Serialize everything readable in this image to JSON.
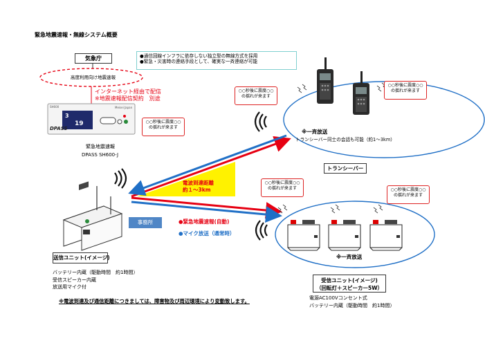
{
  "title": "緊急地震速報・無線システム概要",
  "agency": "気象庁",
  "feature_notes": [
    "●通信回線インフラに依存しない独立型の無線方式を採用",
    "●緊急・災害時の連絡手段として、確実な一斉連絡が可能"
  ],
  "cloud_label": "高度利用向け地震速報",
  "internet_line1": "インターネット経由で配信",
  "internet_line2": "※地震速報配信契約　別途",
  "device": {
    "panel_left_top": "SH600",
    "panel_brand": "DPASS",
    "panel_digits_1": "3",
    "panel_digits_2": "19",
    "panel_right": "Meisei Japan",
    "name": "緊急地震速報",
    "model": "DPASS SH600-J"
  },
  "bubble_text_line1": "○○秒後に震度○○",
  "bubble_text_line2": "の揺れが来ます",
  "distance_line1": "電波到達距離",
  "distance_line2": "約１～3km",
  "office_label": "事務所",
  "legend": {
    "emergency": "●緊急地震速報(自動)",
    "mic": "●マイク放送（通常時）"
  },
  "transceiver": {
    "broadcast": "※一斉放送",
    "talk": "トランシーバー同士の会話も可能（約1～3km）",
    "label": "トランシーバー"
  },
  "receiver": {
    "broadcast": "※一斉放送",
    "title_line1": "受信ユニット(イメージ)",
    "title_line2": "（回転灯＋スピーカー5W）",
    "spec_line1": "電源AC100Vコンセント式",
    "spec_line2": "バッテリー内蔵（駆動時間　約1時間）"
  },
  "transmitter": {
    "title": "送信ユニット(イメージ)",
    "spec_line1": "バッテリー内蔵（駆動時間　約1時間）",
    "spec_line2": "受信スピーカー内蔵",
    "spec_line3": "放送用マイク付"
  },
  "footnote": "※電波到達及び通信距離につきましては、障害物及び周辺環境により変動致します。",
  "colors": {
    "red": "#e60012",
    "blue": "#1f6fc6",
    "yellow": "#fff200",
    "office_box": "#4f86c6"
  },
  "icons": [
    "radio-wave-icon",
    "walkie-talkie-icon",
    "receiver-unit-icon",
    "transmitter-unit-icon",
    "cloud-icon"
  ]
}
